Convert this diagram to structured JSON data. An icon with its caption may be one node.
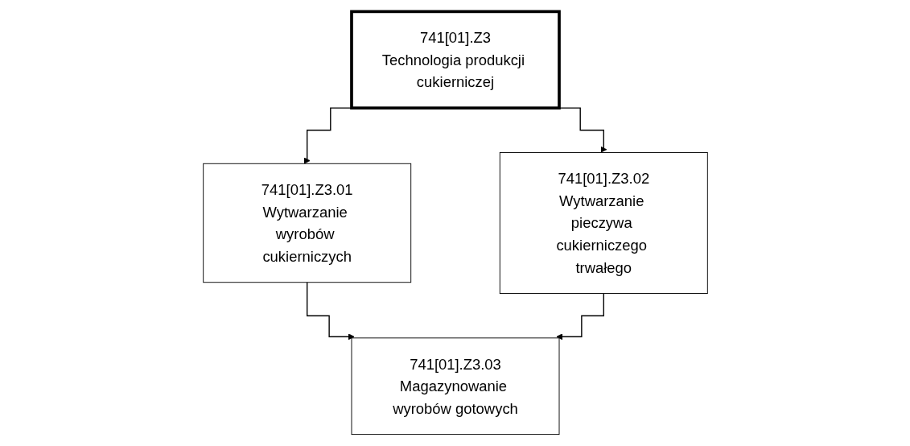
{
  "diagram": {
    "nodes": [
      {
        "text": [
          "741[01].Z3",
          "Technologia produkcji cukierniczej"
        ]
      },
      {
        "text": [
          "741[01].Z3.01",
          "Wytwarzanie wyrobów cukierniczych"
        ]
      },
      {
        "text": [
          "741[01].Z3.02",
          "Wytwarzanie pieczywa cukierniczego trwałego"
        ]
      },
      {
        "text": [
          "741[01].Z3.03",
          "Magazynowanie wyrobów gotowych"
        ]
      }
    ],
    "edges": [
      {
        "from": 0,
        "to": 1,
        "arrow": "to"
      },
      {
        "from": 0,
        "to": 2,
        "arrow": "to"
      },
      {
        "from": 1,
        "to": 3,
        "arrow": "to"
      },
      {
        "from": 2,
        "to": 3,
        "arrow": "to"
      }
    ]
  }
}
